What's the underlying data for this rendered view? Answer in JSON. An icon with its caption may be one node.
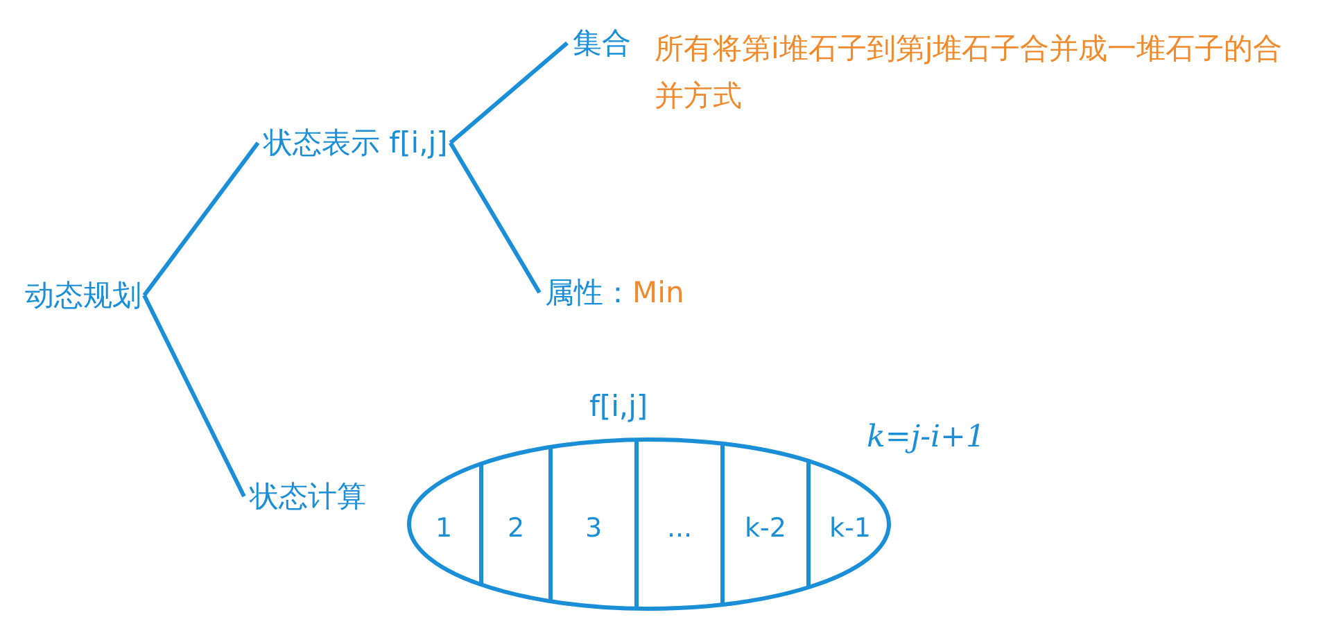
{
  "diagram": {
    "nodes": [
      {
        "text": [
          "动态规划"
        ]
      },
      {
        "text": [
          "状态表示 f[i,j]"
        ]
      },
      {
        "text": [
          "集合",
          "所有将第i堆石子到第j堆石子合并成一堆石子的合并方式"
        ]
      },
      {
        "text": [
          "属性：",
          "Min"
        ]
      },
      {
        "text": [
          "状态计算"
        ]
      },
      {
        "text": [
          "f[i,j]"
        ]
      },
      {
        "text": [
          "1"
        ],
        "in": 5
      },
      {
        "text": [
          "2"
        ],
        "in": 5
      },
      {
        "text": [
          "3"
        ],
        "in": 5
      },
      {
        "text": [
          "..."
        ],
        "in": 5
      },
      {
        "text": [
          "k-2"
        ],
        "in": 5
      },
      {
        "text": [
          "k-1"
        ],
        "in": 5
      }
    ],
    "edges": [
      {
        "from": 0,
        "to": 1,
        "arrow": "none"
      },
      {
        "from": 0,
        "to": 4,
        "arrow": "none"
      },
      {
        "from": 1,
        "to": 2,
        "arrow": "none"
      },
      {
        "from": 1,
        "to": 3,
        "arrow": "none"
      }
    ],
    "labels": [
      "k=j-i+1"
    ]
  }
}
